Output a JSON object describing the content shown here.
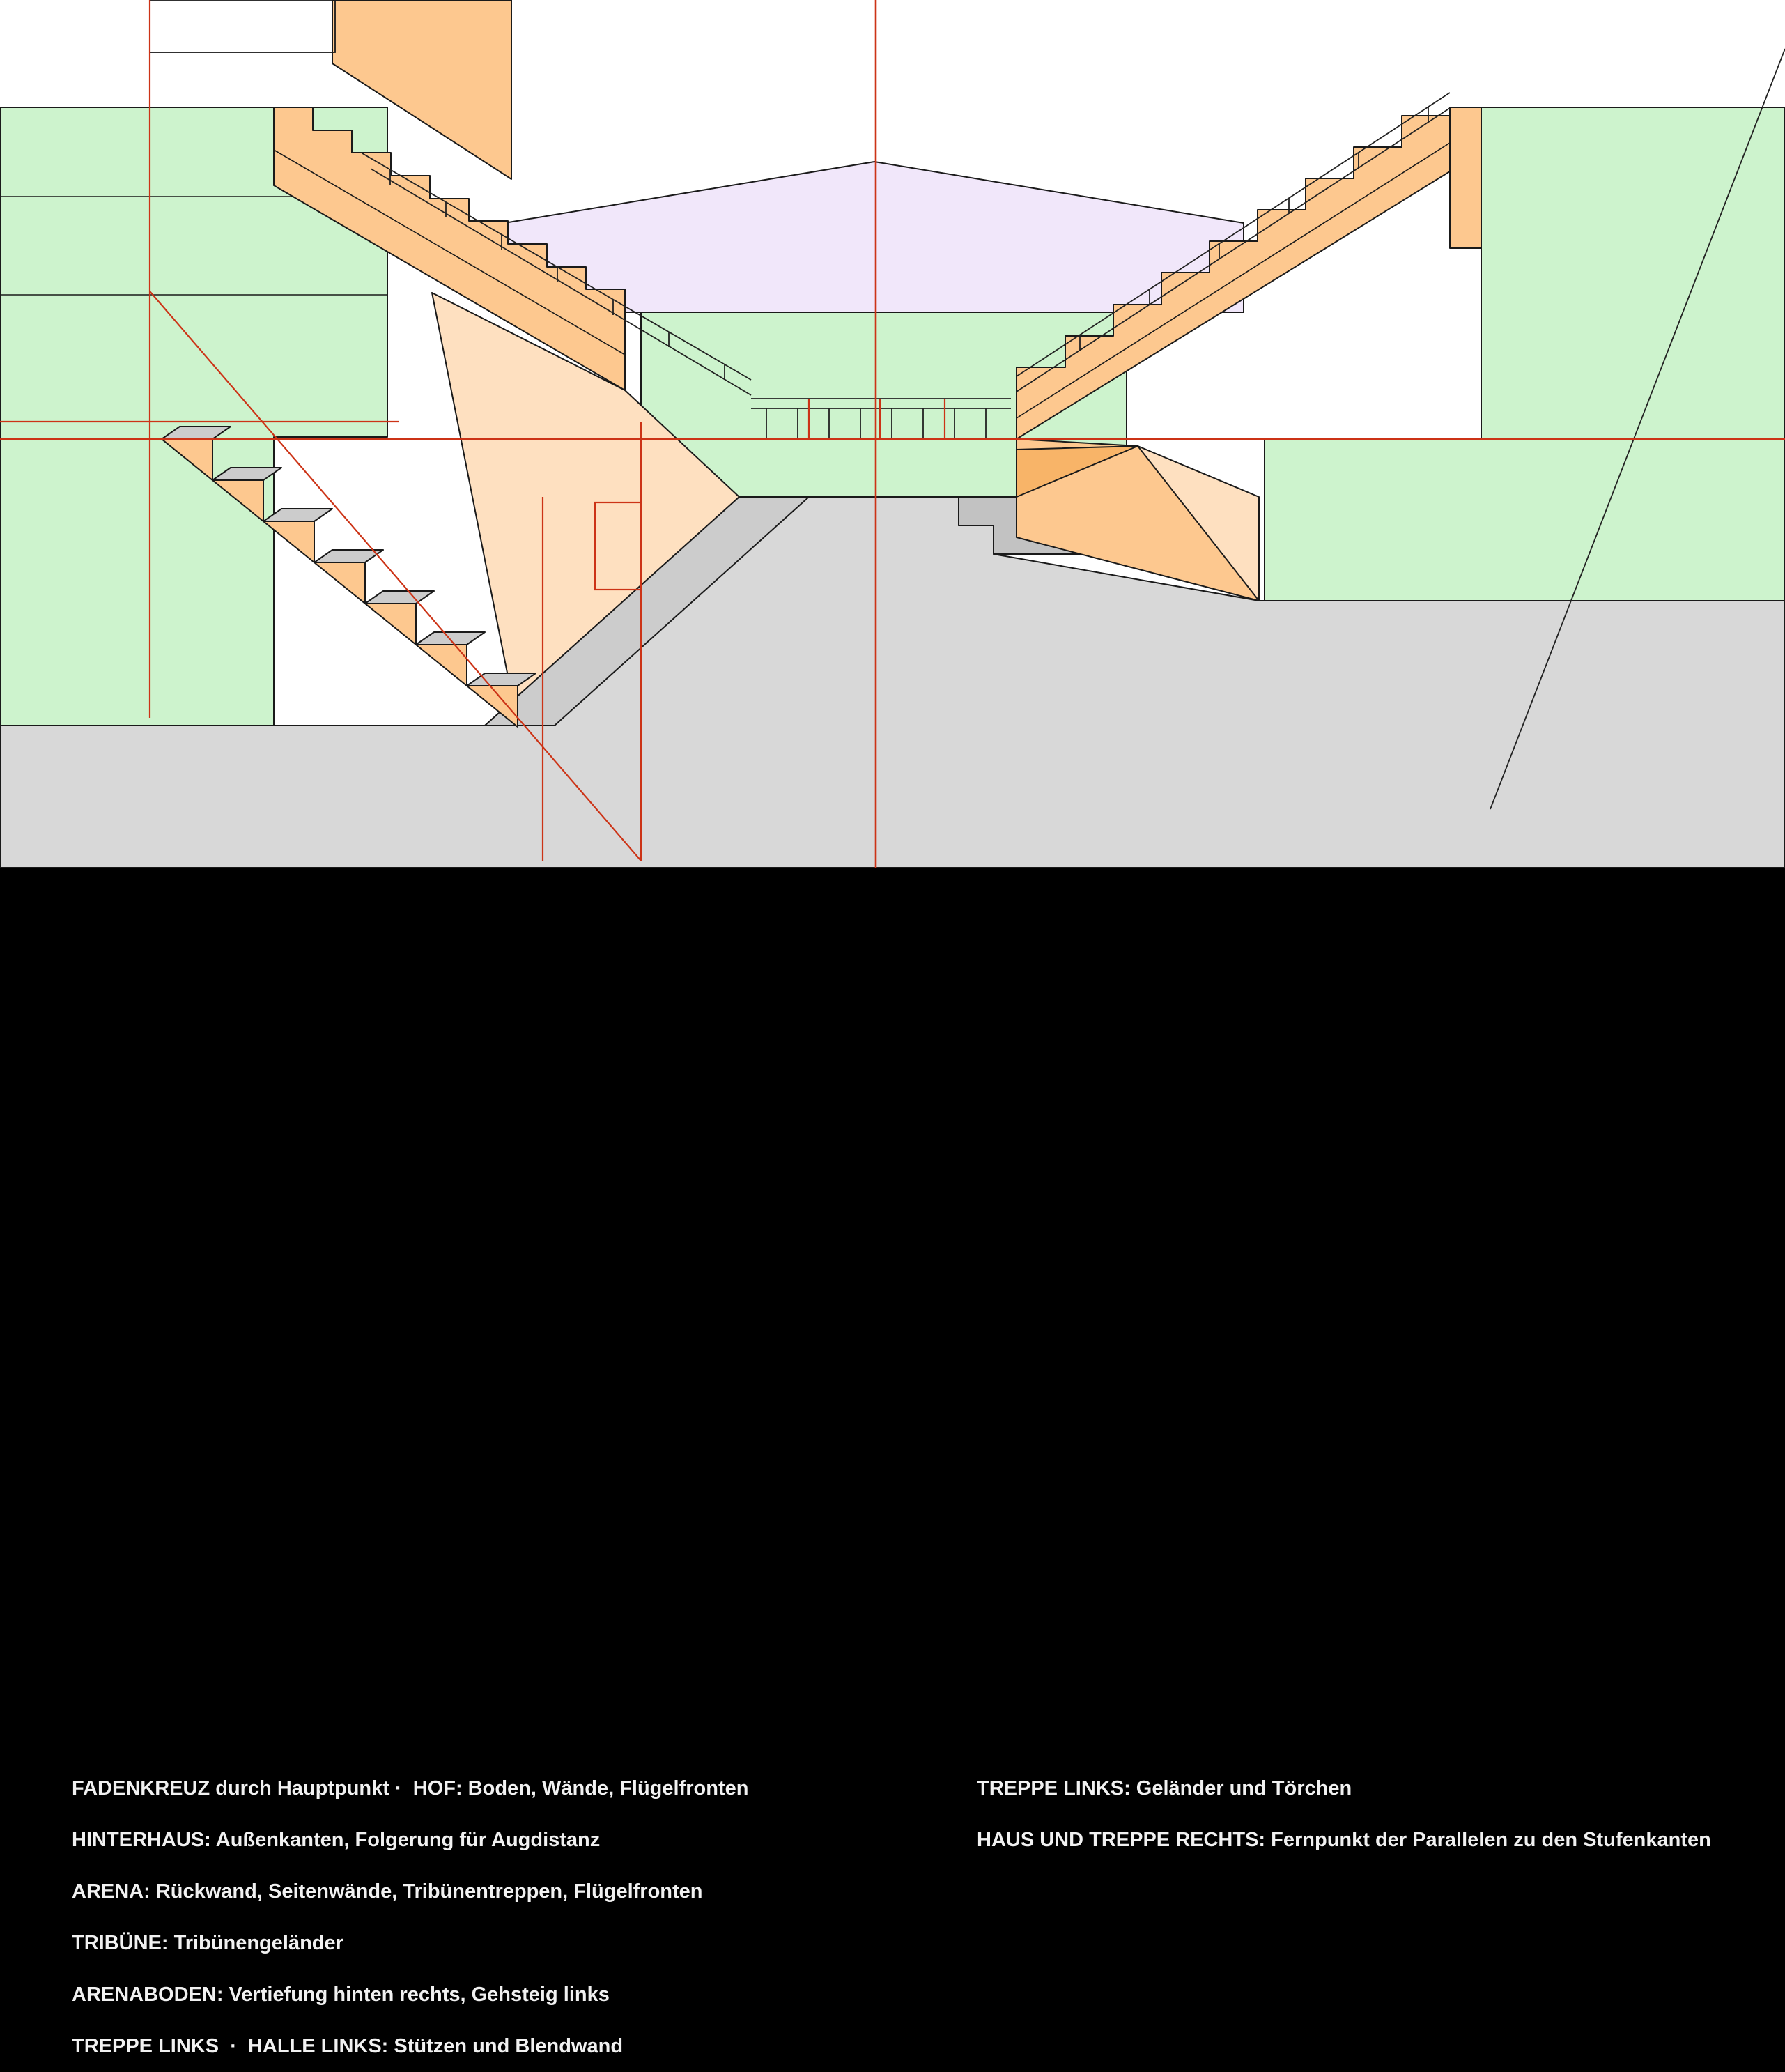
{
  "colors": {
    "page_bg": "#000000",
    "sky": "#ffffff",
    "wall_green": "#cdf3cd",
    "roof": "#f1e7fa",
    "orange": "#fdc88f",
    "orange_light": "#fee0c0",
    "orange_dark": "#f8b468",
    "floor": "#d8d8d8",
    "floor_dark": "#c2c2c2",
    "walkway": "#cccccc",
    "outline": "#1a1a1a",
    "railing": "#222222",
    "red": "#cc3316",
    "caption": "#f1f1f1"
  },
  "captions": {
    "left": [
      "FADENKREUZ durch Hauptpunkt ·  HOF: Boden, Wände, Flügelfronten",
      "HINTERHAUS: Außenkanten, Folgerung für Augdistanz",
      "ARENA: Rückwand, Seitenwände, Tribünentreppen, Flügelfronten",
      "TRIBÜNE: Tribünengeländer",
      "ARENABODEN: Vertiefung hinten rechts, Gehsteig links",
      "TREPPE LINKS  ·  HALLE LINKS: Stützen und Blendwand"
    ],
    "right": [
      "TREPPE LINKS: Geländer und Törchen",
      "HAUS UND TREPPE RECHTS: Fernpunkt der Parallelen zu den Stufenkanten"
    ]
  }
}
